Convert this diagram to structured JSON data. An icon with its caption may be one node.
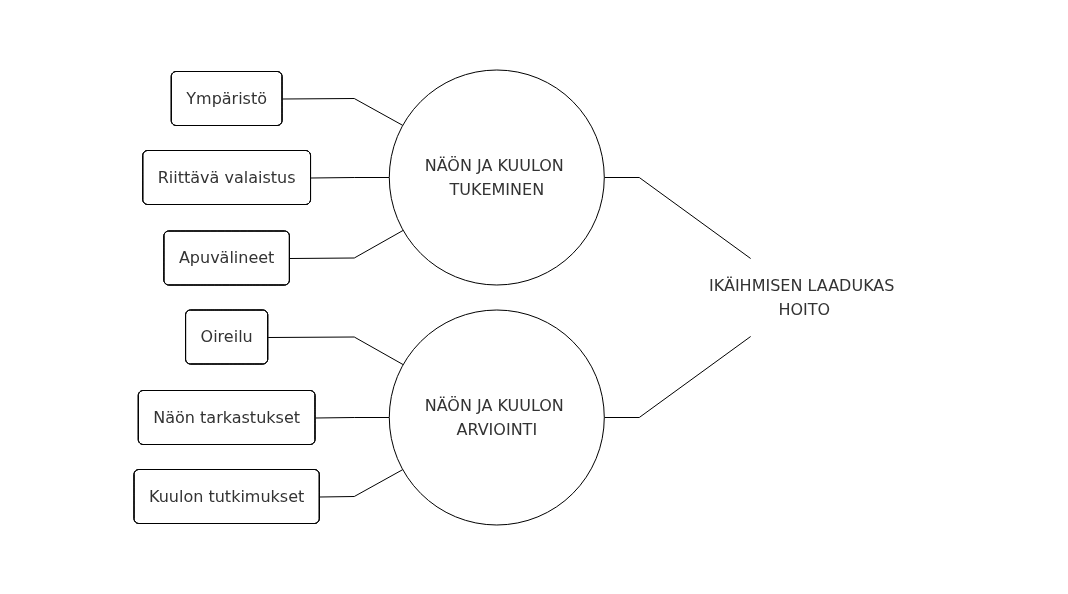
{
  "diagram": {
    "nodes": [
      {
        "text": [
          "Ympäristö"
        ]
      },
      {
        "text": [
          "Riittävä valaistus"
        ]
      },
      {
        "text": [
          "Apuvälineet"
        ]
      },
      {
        "text": [
          "NÄÖN JA KUULON TUKEMINEN"
        ]
      },
      {
        "text": [
          "Oireilu"
        ]
      },
      {
        "text": [
          "Näön tarkastukset"
        ]
      },
      {
        "text": [
          "Kuulon tutkimukset"
        ]
      },
      {
        "text": [
          "NÄÖN JA KUULON ARVIOINTI"
        ]
      },
      {
        "text": [
          "IKÄIHMISEN LAADUKAS HOITO"
        ]
      }
    ],
    "edges": [
      {
        "from": 0,
        "to": 3,
        "arrow": "none"
      },
      {
        "from": 1,
        "to": 3,
        "arrow": "none"
      },
      {
        "from": 2,
        "to": 3,
        "arrow": "none"
      },
      {
        "from": 4,
        "to": 7,
        "arrow": "none"
      },
      {
        "from": 5,
        "to": 7,
        "arrow": "none"
      },
      {
        "from": 6,
        "to": 7,
        "arrow": "none"
      },
      {
        "from": 3,
        "to": 8,
        "arrow": "none"
      },
      {
        "from": 7,
        "to": 8,
        "arrow": "none"
      }
    ]
  }
}
